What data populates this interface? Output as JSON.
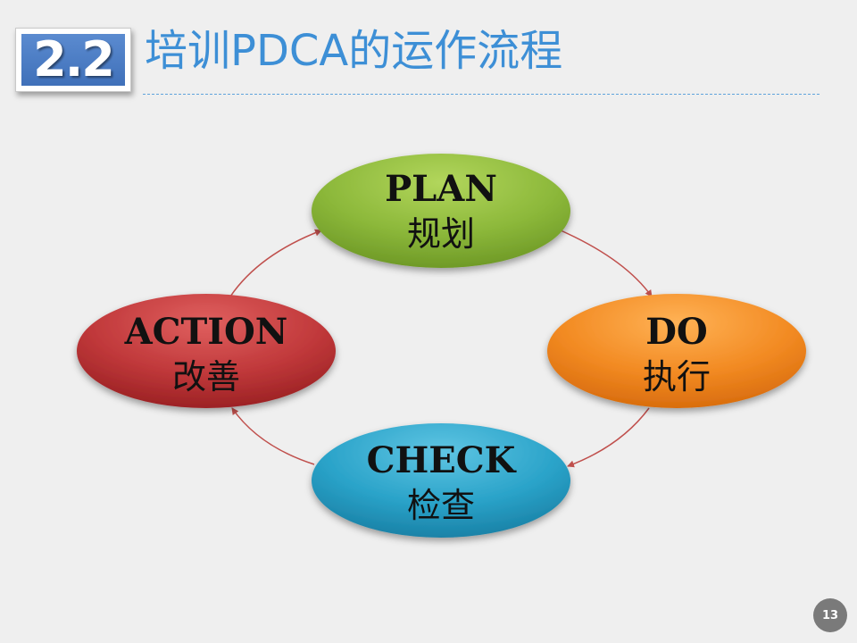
{
  "header": {
    "section_number": "2.2",
    "title": "培训PDCA的运作流程"
  },
  "diagram": {
    "nodes": [
      {
        "id": "plan",
        "label_en": "PLAN",
        "label_zh": "规划",
        "color": "#8cb83a"
      },
      {
        "id": "do",
        "label_en": "DO",
        "label_zh": "执行",
        "color": "#f28a22"
      },
      {
        "id": "check",
        "label_en": "CHECK",
        "label_zh": "检查",
        "color": "#2aa3c9"
      },
      {
        "id": "action",
        "label_en": "ACTION",
        "label_zh": "改善",
        "color": "#c0383a"
      }
    ],
    "arrow_color": "#c0504d"
  },
  "footer": {
    "page_number": "13"
  }
}
